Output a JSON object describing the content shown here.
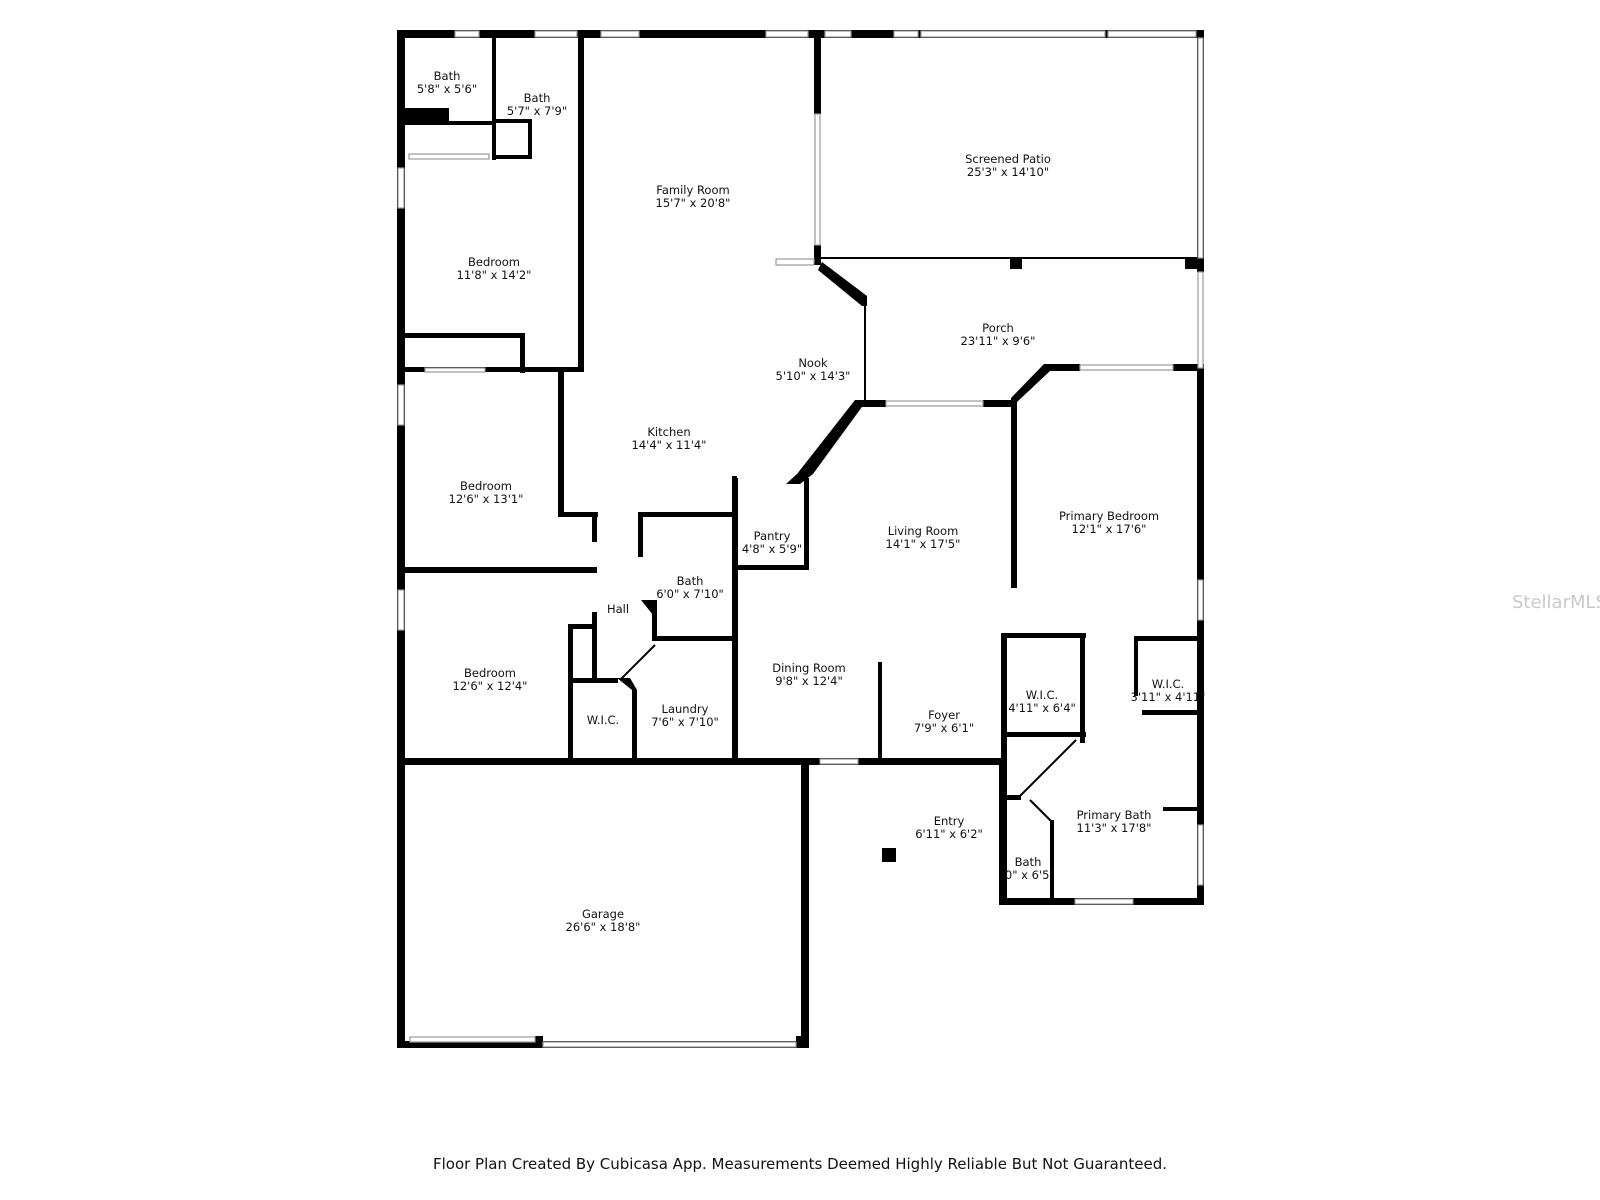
{
  "rooms": [
    {
      "key": "bath1",
      "name": "Bath",
      "dims": "5'8\" x 5'6\""
    },
    {
      "key": "bath2",
      "name": "Bath",
      "dims": "5'7\" x 7'9\""
    },
    {
      "key": "family",
      "name": "Family Room",
      "dims": "15'7\" x 20'8\""
    },
    {
      "key": "screened",
      "name": "Screened Patio",
      "dims": "25'3\" x 14'10\""
    },
    {
      "key": "bed1",
      "name": "Bedroom",
      "dims": "11'8\" x 14'2\""
    },
    {
      "key": "porch",
      "name": "Porch",
      "dims": "23'11\" x 9'6\""
    },
    {
      "key": "nook",
      "name": "Nook",
      "dims": "5'10\" x 14'3\""
    },
    {
      "key": "kitchen",
      "name": "Kitchen",
      "dims": "14'4\" x 11'4\""
    },
    {
      "key": "bed2",
      "name": "Bedroom",
      "dims": "12'6\" x 13'1\""
    },
    {
      "key": "primarybed",
      "name": "Primary Bedroom",
      "dims": "12'1\" x 17'6\""
    },
    {
      "key": "pantry",
      "name": "Pantry",
      "dims": "4'8\" x 5'9\""
    },
    {
      "key": "living",
      "name": "Living Room",
      "dims": "14'1\" x 17'5\""
    },
    {
      "key": "bath3",
      "name": "Bath",
      "dims": "6'0\" x 7'10\""
    },
    {
      "key": "hall",
      "name": "Hall",
      "dims": ""
    },
    {
      "key": "bed3",
      "name": "Bedroom",
      "dims": "12'6\" x 12'4\""
    },
    {
      "key": "dining",
      "name": "Dining Room",
      "dims": "9'8\" x 12'4\""
    },
    {
      "key": "wic1",
      "name": "W.I.C.",
      "dims": "4'11\" x 6'4\""
    },
    {
      "key": "wic2",
      "name": "W.I.C.",
      "dims": "3'11\" x 4'11\""
    },
    {
      "key": "laundry",
      "name": "Laundry",
      "dims": "7'6\" x 7'10\""
    },
    {
      "key": "wic3",
      "name": "W.I.C.",
      "dims": ""
    },
    {
      "key": "foyer",
      "name": "Foyer",
      "dims": "7'9\" x 6'1\""
    },
    {
      "key": "entry",
      "name": "Entry",
      "dims": "6'11\" x 6'2\""
    },
    {
      "key": "primarybath",
      "name": "Primary Bath",
      "dims": "11'3\" x 17'8\""
    },
    {
      "key": "bath4",
      "name": "Bath",
      "dims": ".0\" x 6'5\""
    },
    {
      "key": "garage",
      "name": "Garage",
      "dims": "26'6\" x 18'8\""
    }
  ],
  "footer": "Floor Plan Created By Cubicasa App. Measurements Deemed Highly Reliable But Not Guaranteed.",
  "watermark": "StellarMLS",
  "colors": {
    "wall": "#000000",
    "background": "#ffffff",
    "window": "#9a9a9a"
  }
}
